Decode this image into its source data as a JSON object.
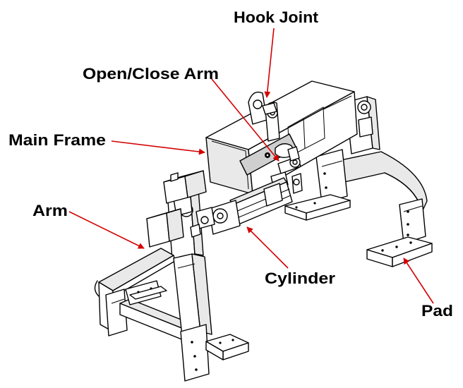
{
  "labels": {
    "hook_joint": "Hook Joint",
    "open_close_arm": "Open/Close Arm",
    "main_frame": "Main Frame",
    "arm": "Arm",
    "cylinder": "Cylinder",
    "pad": "Pad"
  },
  "colors": {
    "leader_line": "#d40000",
    "drawing_line": "#000000",
    "background": "#ffffff"
  }
}
